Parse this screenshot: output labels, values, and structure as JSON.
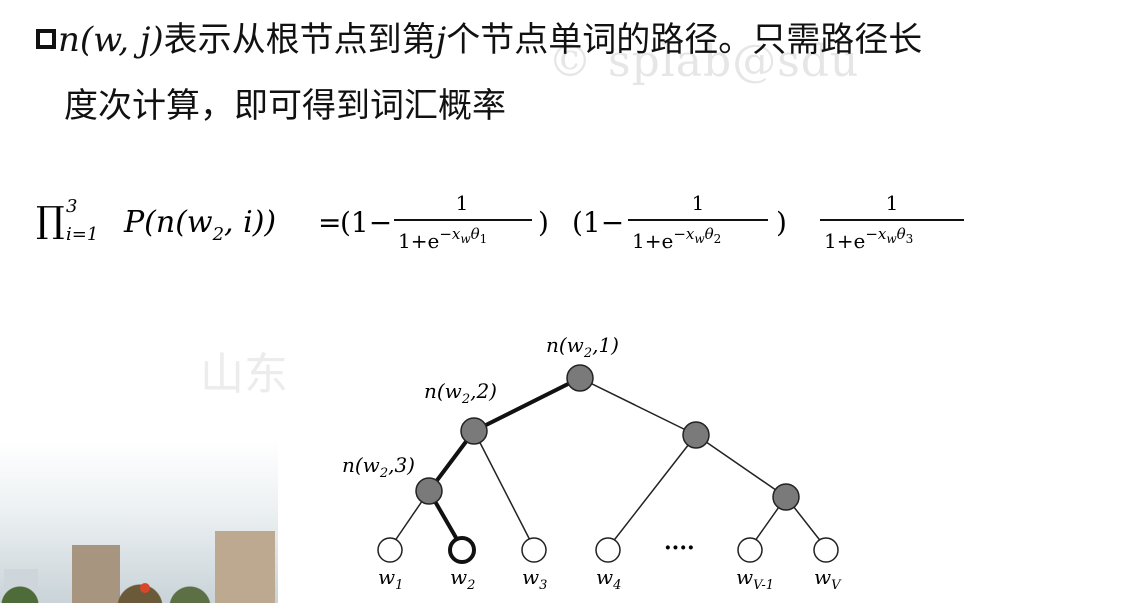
{
  "slide": {
    "line1": {
      "math": "n(w, j)",
      "text": "表示从根节点到第",
      "var": "j",
      "text2": "个节点单词的路径。只需路径长"
    },
    "line2": "度次计算，即可得到词汇概率",
    "watermark": "© splab@sdu",
    "watermark2": "山东"
  },
  "formula": {
    "prod": "∏",
    "sup": "3",
    "sub": "i=1",
    "lhs": "P(n(w",
    "lhs_sub": "2",
    "lhs_end": ", i))",
    "eq": "=",
    "one_minus": "(1−",
    "numerator": "1",
    "denom_base": "1+e",
    "denom_exp": "−x",
    "denom_exp_sub": "w",
    "theta": "θ",
    "theta_subs": [
      "1",
      "2",
      "3"
    ],
    "close": ")"
  },
  "tree": {
    "node_labels": {
      "root": "n(w2,1)",
      "level2": "n(w2,2)",
      "level3": "n(w2,3)"
    },
    "node_label_parts": {
      "root": {
        "pre": "n(w",
        "sub": "2",
        "post": ",1)"
      },
      "level2": {
        "pre": "n(w",
        "sub": "2",
        "post": ",2)"
      },
      "level3": {
        "pre": "n(w",
        "sub": "2",
        "post": ",3)"
      }
    },
    "leaves": [
      {
        "base": "w",
        "sub": "1"
      },
      {
        "base": "w",
        "sub": "2"
      },
      {
        "base": "w",
        "sub": "3"
      },
      {
        "base": "w",
        "sub": "4"
      },
      {
        "base": "w",
        "sub": "V-1"
      },
      {
        "base": "w",
        "sub": "V"
      }
    ],
    "ellipsis": "····",
    "colors": {
      "inner_node": "#7a7a7a",
      "edge": "#222222",
      "leaf_fill": "#ffffff"
    }
  }
}
